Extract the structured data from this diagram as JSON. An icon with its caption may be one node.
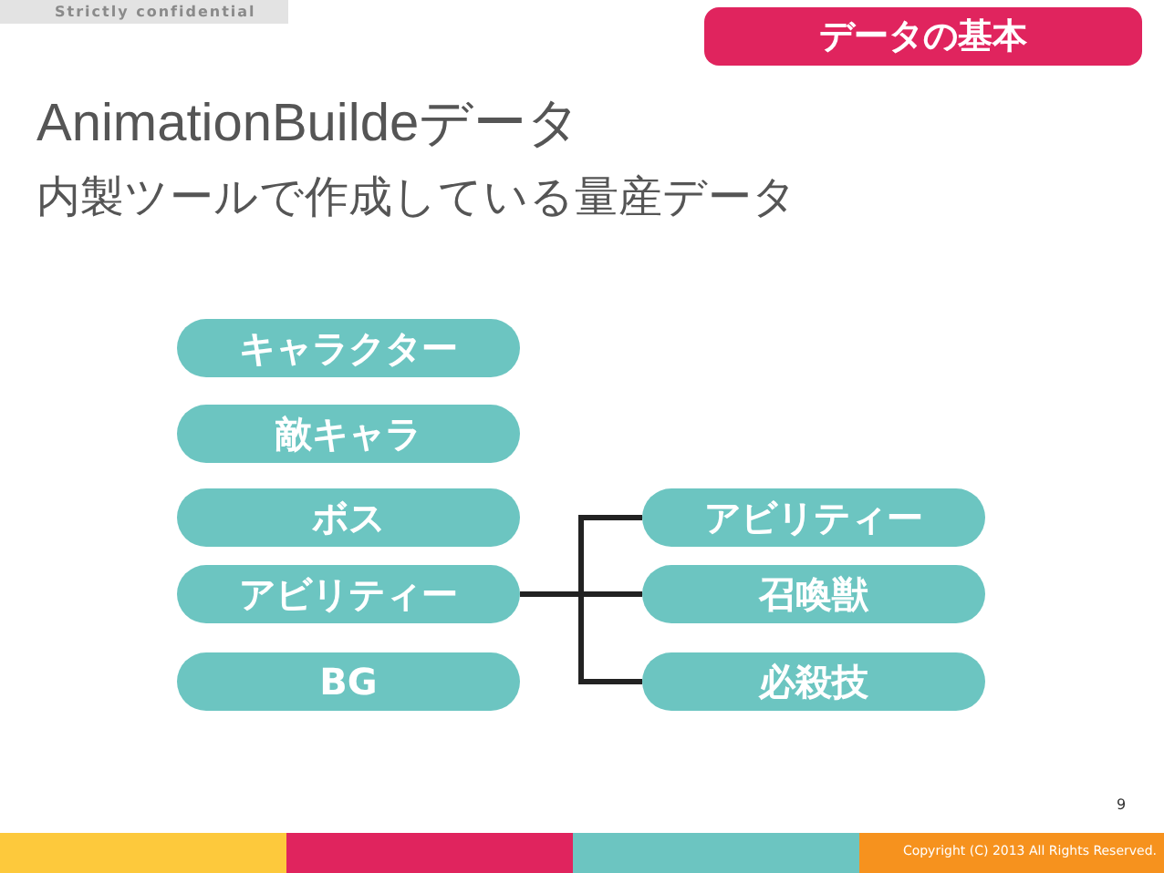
{
  "diagram": {
    "title": "AnimationBuildeデータ",
    "nodes": [
      {
        "text": [
          "キャラクター"
        ]
      },
      {
        "text": [
          "敵キャラ"
        ]
      },
      {
        "text": [
          "ボス"
        ]
      },
      {
        "text": [
          "アビリティー"
        ]
      },
      {
        "text": [
          "BG"
        ]
      },
      {
        "text": [
          "アビリティー"
        ]
      },
      {
        "text": [
          "召喚獣"
        ]
      },
      {
        "text": [
          "必殺技"
        ]
      }
    ],
    "edges": [
      {
        "from": 3,
        "to": 5,
        "arrow": "none"
      },
      {
        "from": 3,
        "to": 6,
        "arrow": "none"
      },
      {
        "from": 3,
        "to": 7,
        "arrow": "none"
      }
    ],
    "labels": [
      "Strictly confidential",
      "データの基本",
      "内製ツールで作成している量産データ",
      "9",
      "Copyright (C) 2013 All Rights Reserved."
    ]
  }
}
